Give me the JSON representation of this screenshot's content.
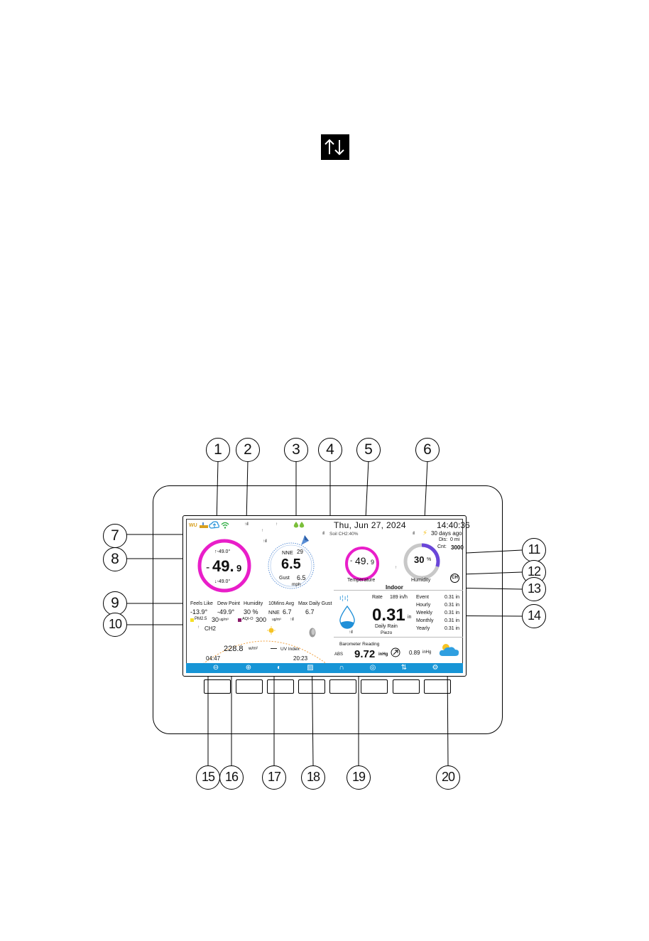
{
  "symbol": {
    "glyph": "↑↓"
  },
  "callouts": [
    "1",
    "2",
    "3",
    "4",
    "5",
    "6",
    "7",
    "8",
    "9",
    "10",
    "11",
    "12",
    "13",
    "14",
    "15",
    "16",
    "17",
    "18",
    "19",
    "20"
  ],
  "screen": {
    "datetime": "Thu, Jun  27,  2024",
    "time": "14:40:36",
    "lightning": {
      "ago": "30 days ago",
      "dis_label": "Dis:",
      "dis_value": "0 mi",
      "cnt_label": "Cnt:",
      "cnt_value": "3000"
    },
    "soil": "Soil CH2:40%",
    "outdoor": {
      "high": "↑-49.0°",
      "low": "↓-49.0°",
      "sign": "-",
      "temp_int": "49.",
      "temp_dec": "9"
    },
    "wind": {
      "direction": "NNE",
      "degrees": "29",
      "speed": "6.5",
      "gust_label": "Gust",
      "gust_value": "6.5",
      "unit": "mph"
    },
    "indoor": {
      "temp_sign": "-",
      "temp_int": "49.",
      "temp_dec": "9",
      "temp_label": "Temperature",
      "humidity": "30",
      "humidity_unit": "%",
      "humidity_label": "Humidity",
      "label": "Indoor",
      "channel": "CH",
      "humidity_level": 0.3
    },
    "stats": {
      "labels": [
        "Feels Like",
        "Dew Point",
        "Humidity",
        "10Mins Avg",
        "Max Daily Gust"
      ],
      "feels_like": "-13.9°",
      "dew_point": "-49.9°",
      "humidity": "30 %",
      "avg_dir": "NNE",
      "avg_speed": "6.7",
      "max_gust": "6.7"
    },
    "air": {
      "pm_label": "PM2.5",
      "pm_value": "30",
      "pm_unit": "ug/m³",
      "aqi_label": "AQI-O",
      "aqi_value": "300",
      "aqi_unit": "ug/m³",
      "channel": "CH2"
    },
    "solar": {
      "sunrise": "04:47",
      "sunset": "20:23",
      "radiation": "228.8",
      "radiation_unit": "w/m²",
      "uv_value": "—",
      "uv_label": "UV Index"
    },
    "rain": {
      "rate_label": "Rate",
      "rate_value": "189 in/h",
      "daily": "0.31",
      "unit": "in",
      "daily_label": "Daily Rain",
      "sensor": "Piezo",
      "rows": [
        {
          "label": "Event",
          "value": "0.31 in"
        },
        {
          "label": "Hourly",
          "value": "0.31 in"
        },
        {
          "label": "Weekly",
          "value": "0.31 in"
        },
        {
          "label": "Monthly",
          "value": "0.31 in"
        },
        {
          "label": "Yearly",
          "value": "0.31 in"
        }
      ]
    },
    "barometer": {
      "title": "Barometer Reading",
      "abs_label": "ABS",
      "abs_value": "9.72",
      "abs_unit": "inHg",
      "rel_value": "0.89",
      "rel_unit": "inHg"
    }
  },
  "colors": {
    "accent_magenta": "#e91ec9",
    "ring_blue": "#5a8fd6",
    "humidity_purple": "#6a46d9",
    "bar_blue": "#1795d6",
    "rain_blue": "#1f8fd8",
    "sun_yellow": "#f6c324",
    "dashed_orange": "#f0a040"
  },
  "icons": [
    "wu-logo-icon",
    "cloud-upload-icon",
    "wifi-icon",
    "signal-icon",
    "drop-icon",
    "lightning-icon",
    "wind-arrow-icon",
    "sun-icon",
    "moon-icon",
    "trend-arrow-icon",
    "weather-cloud-icon"
  ]
}
